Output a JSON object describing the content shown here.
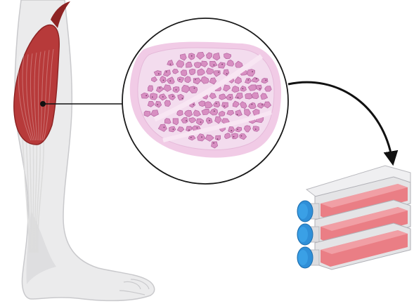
{
  "diagram": {
    "steps": [
      "leg-with-calf-muscle",
      "muscle-tissue-cross-section",
      "culture-flasks"
    ],
    "colors": {
      "leg_fill": "#ebebec",
      "leg_outline": "#c9c9cc",
      "muscle": "#b73a3a",
      "muscle_dark": "#8e2424",
      "tendon": "#dcdcdc",
      "tissue_background": "#f1cbe6",
      "tissue_cell": "#d88fc2",
      "tissue_cell_border": "#b465a0",
      "connector_line": "#111111",
      "flask_body": "#e4e4e6",
      "flask_medium": "#ea7e85",
      "flask_cap": "#2f8fd8"
    }
  }
}
